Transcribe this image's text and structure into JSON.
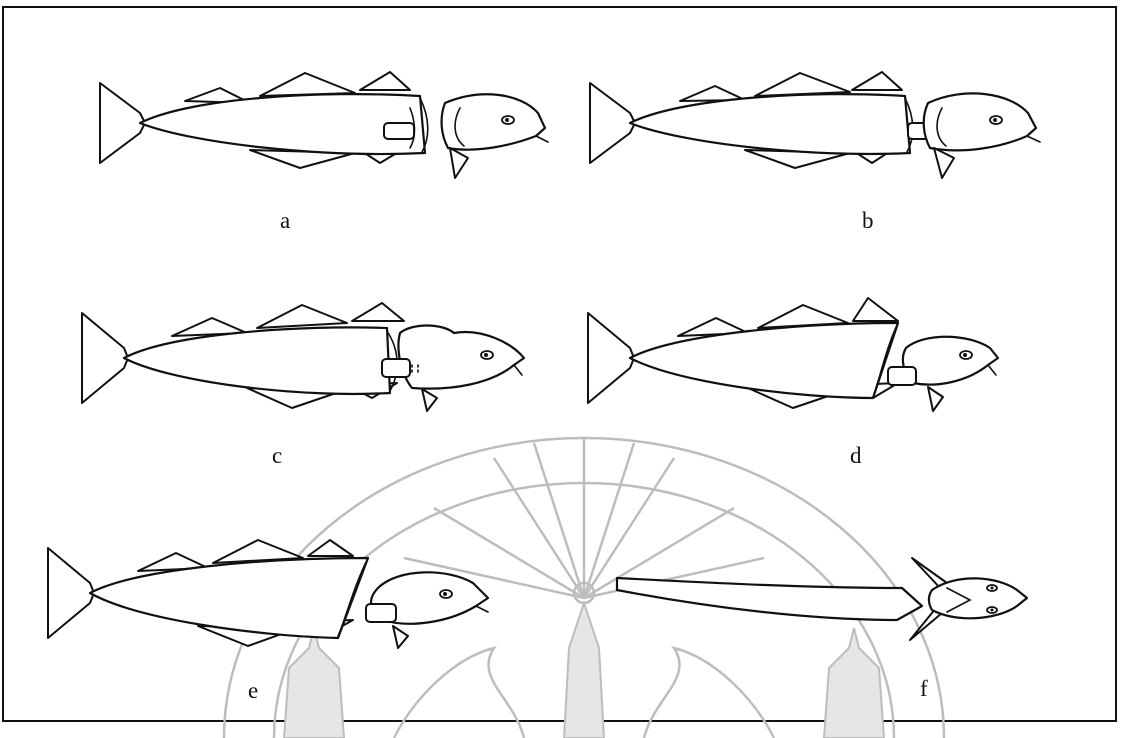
{
  "figure": {
    "panels": [
      {
        "id": "a",
        "label": "a",
        "stage": "separated"
      },
      {
        "id": "b",
        "label": "b",
        "stage": "gap"
      },
      {
        "id": "c",
        "label": "c",
        "stage": "collar"
      },
      {
        "id": "d",
        "label": "d",
        "stage": "angled"
      },
      {
        "id": "e",
        "label": "e",
        "stage": "bent"
      },
      {
        "id": "f",
        "label": "f",
        "stage": "top-view"
      }
    ]
  },
  "watermark": {
    "type": "university-seal",
    "color": "#bdbdbd"
  }
}
